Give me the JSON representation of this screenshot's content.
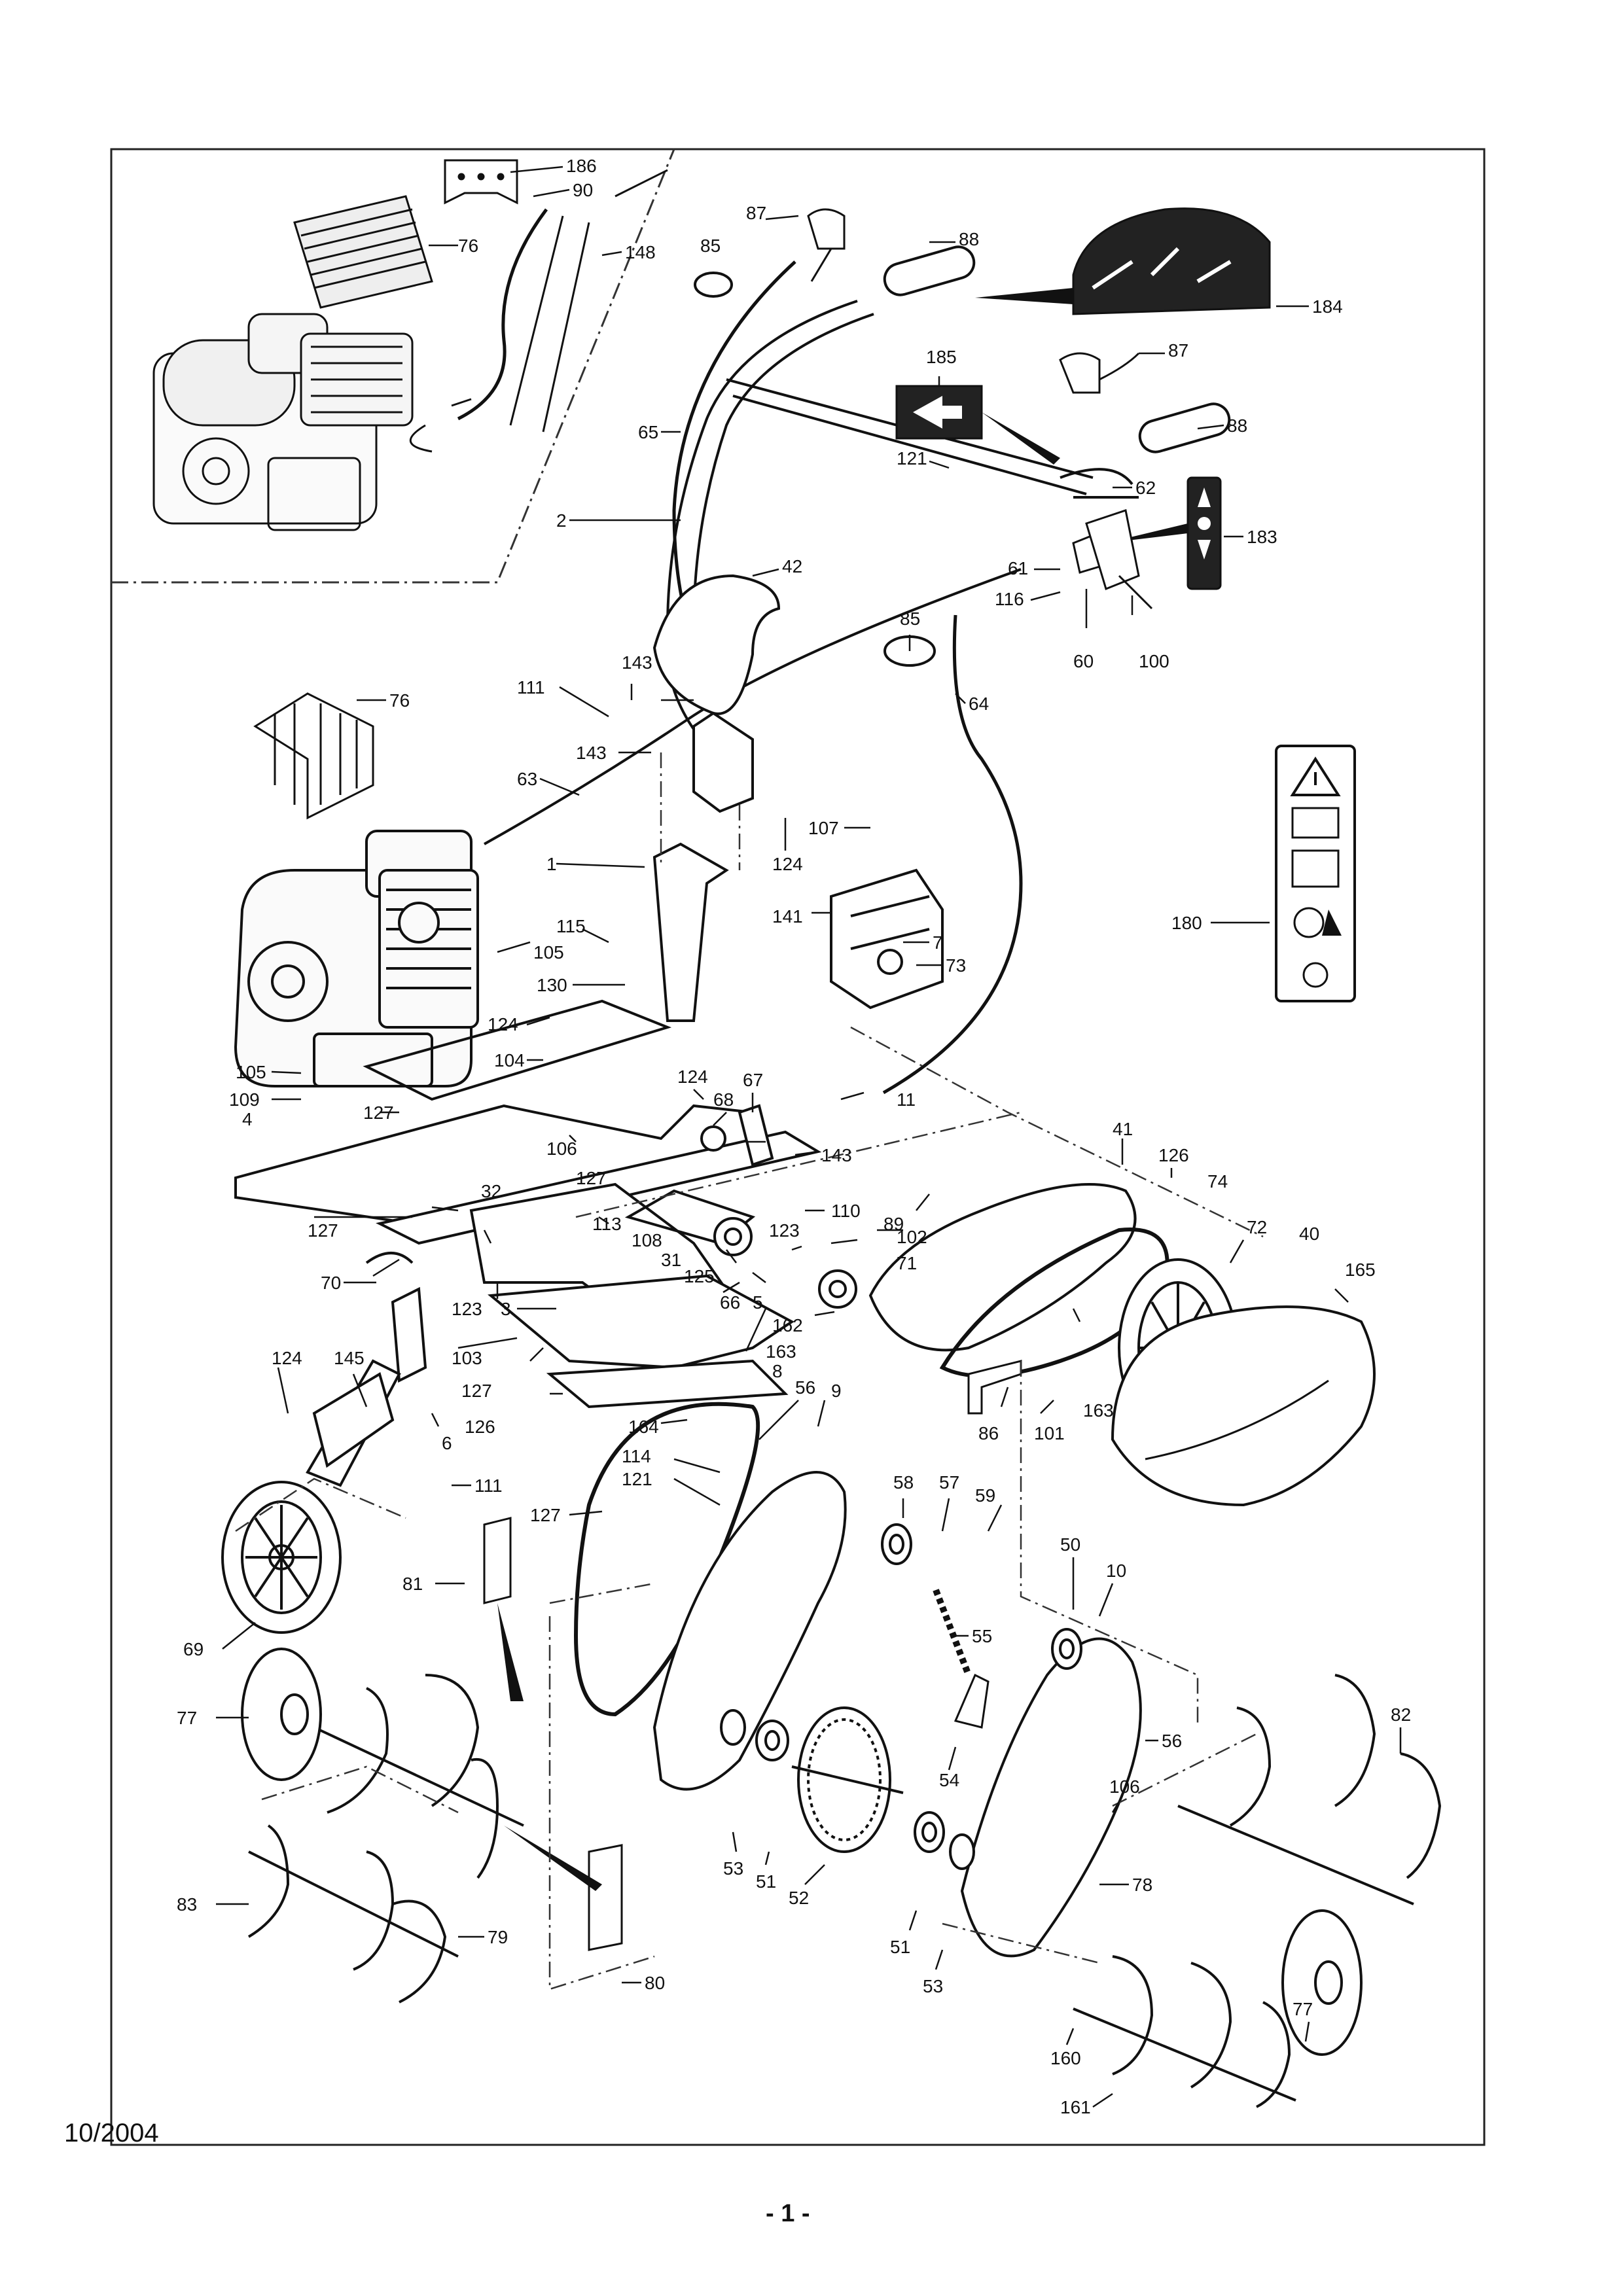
{
  "document": {
    "date": "10/2004",
    "page_number": "- 1 -"
  },
  "callouts": [
    {
      "id": "c-186",
      "label": "186"
    },
    {
      "id": "c-90",
      "label": "90"
    },
    {
      "id": "c-76a",
      "label": "76"
    },
    {
      "id": "c-148",
      "label": "148"
    },
    {
      "id": "c-85a",
      "label": "85"
    },
    {
      "id": "c-87a",
      "label": "87"
    },
    {
      "id": "c-88a",
      "label": "88"
    },
    {
      "id": "c-184",
      "label": "184"
    },
    {
      "id": "c-185",
      "label": "185"
    },
    {
      "id": "c-87b",
      "label": "87"
    },
    {
      "id": "c-88b",
      "label": "88"
    },
    {
      "id": "c-65",
      "label": "65"
    },
    {
      "id": "c-121a",
      "label": "121"
    },
    {
      "id": "c-62",
      "label": "62"
    },
    {
      "id": "c-2",
      "label": "2"
    },
    {
      "id": "c-183",
      "label": "183"
    },
    {
      "id": "c-42",
      "label": "42"
    },
    {
      "id": "c-61",
      "label": "61"
    },
    {
      "id": "c-116",
      "label": "116"
    },
    {
      "id": "c-85b",
      "label": "85"
    },
    {
      "id": "c-60",
      "label": "60"
    },
    {
      "id": "c-100",
      "label": "100"
    },
    {
      "id": "c-143a",
      "label": "143"
    },
    {
      "id": "c-111a",
      "label": "111"
    },
    {
      "id": "c-76b",
      "label": "76"
    },
    {
      "id": "c-64",
      "label": "64"
    },
    {
      "id": "c-143b",
      "label": "143"
    },
    {
      "id": "c-63",
      "label": "63"
    },
    {
      "id": "c-124a",
      "label": "124"
    },
    {
      "id": "c-107",
      "label": "107"
    },
    {
      "id": "c-1",
      "label": "1"
    },
    {
      "id": "c-141",
      "label": "141"
    },
    {
      "id": "c-180",
      "label": "180"
    },
    {
      "id": "c-115",
      "label": "115"
    },
    {
      "id": "c-7",
      "label": "7"
    },
    {
      "id": "c-105a",
      "label": "105"
    },
    {
      "id": "c-73",
      "label": "73"
    },
    {
      "id": "c-130",
      "label": "130"
    },
    {
      "id": "c-124b",
      "label": "124"
    },
    {
      "id": "c-104",
      "label": "104"
    },
    {
      "id": "c-105b",
      "label": "105"
    },
    {
      "id": "c-124c",
      "label": "124"
    },
    {
      "id": "c-67",
      "label": "67"
    },
    {
      "id": "c-109",
      "label": "109"
    },
    {
      "id": "c-127a",
      "label": "127"
    },
    {
      "id": "c-68",
      "label": "68"
    },
    {
      "id": "c-11",
      "label": "11"
    },
    {
      "id": "c-4",
      "label": "4"
    },
    {
      "id": "c-41",
      "label": "41"
    },
    {
      "id": "c-126a",
      "label": "126"
    },
    {
      "id": "c-106a",
      "label": "106"
    },
    {
      "id": "c-127b",
      "label": "127"
    },
    {
      "id": "c-143c",
      "label": "143"
    },
    {
      "id": "c-74",
      "label": "74"
    },
    {
      "id": "c-32",
      "label": "32"
    },
    {
      "id": "c-110",
      "label": "110"
    },
    {
      "id": "c-113",
      "label": "113"
    },
    {
      "id": "c-108",
      "label": "108"
    },
    {
      "id": "c-89",
      "label": "89"
    },
    {
      "id": "c-72",
      "label": "72"
    },
    {
      "id": "c-127c",
      "label": "127"
    },
    {
      "id": "c-123a",
      "label": "123"
    },
    {
      "id": "c-40",
      "label": "40"
    },
    {
      "id": "c-31",
      "label": "31"
    },
    {
      "id": "c-102",
      "label": "102"
    },
    {
      "id": "c-125",
      "label": "125"
    },
    {
      "id": "c-71",
      "label": "71"
    },
    {
      "id": "c-165",
      "label": "165"
    },
    {
      "id": "c-66",
      "label": "66"
    },
    {
      "id": "c-70",
      "label": "70"
    },
    {
      "id": "c-123b",
      "label": "123"
    },
    {
      "id": "c-5",
      "label": "5"
    },
    {
      "id": "c-162",
      "label": "162"
    },
    {
      "id": "c-3",
      "label": "3"
    },
    {
      "id": "c-163a",
      "label": "163"
    },
    {
      "id": "c-124d",
      "label": "124"
    },
    {
      "id": "c-145",
      "label": "145"
    },
    {
      "id": "c-103",
      "label": "103"
    },
    {
      "id": "c-163b",
      "label": "163"
    },
    {
      "id": "c-127d",
      "label": "127"
    },
    {
      "id": "c-86",
      "label": "86"
    },
    {
      "id": "c-101",
      "label": "101"
    },
    {
      "id": "c-8",
      "label": "8"
    },
    {
      "id": "c-56a",
      "label": "56"
    },
    {
      "id": "c-126b",
      "label": "126"
    },
    {
      "id": "c-164",
      "label": "164"
    },
    {
      "id": "c-9",
      "label": "9"
    },
    {
      "id": "c-6",
      "label": "6"
    },
    {
      "id": "c-114",
      "label": "114"
    },
    {
      "id": "c-58",
      "label": "58"
    },
    {
      "id": "c-111b",
      "label": "111"
    },
    {
      "id": "c-121b",
      "label": "121"
    },
    {
      "id": "c-57",
      "label": "57"
    },
    {
      "id": "c-59",
      "label": "59"
    },
    {
      "id": "c-127e",
      "label": "127"
    },
    {
      "id": "c-50",
      "label": "50"
    },
    {
      "id": "c-81",
      "label": "81"
    },
    {
      "id": "c-10",
      "label": "10"
    },
    {
      "id": "c-69",
      "label": "69"
    },
    {
      "id": "c-55",
      "label": "55"
    },
    {
      "id": "c-77a",
      "label": "77"
    },
    {
      "id": "c-82",
      "label": "82"
    },
    {
      "id": "c-56b",
      "label": "56"
    },
    {
      "id": "c-54",
      "label": "54"
    },
    {
      "id": "c-106b",
      "label": "106"
    },
    {
      "id": "c-78",
      "label": "78"
    },
    {
      "id": "c-83",
      "label": "83"
    },
    {
      "id": "c-53a",
      "label": "53"
    },
    {
      "id": "c-51a",
      "label": "51"
    },
    {
      "id": "c-52",
      "label": "52"
    },
    {
      "id": "c-79",
      "label": "79"
    },
    {
      "id": "c-51b",
      "label": "51"
    },
    {
      "id": "c-53b",
      "label": "53"
    },
    {
      "id": "c-80",
      "label": "80"
    },
    {
      "id": "c-77b",
      "label": "77"
    },
    {
      "id": "c-160",
      "label": "160"
    },
    {
      "id": "c-161",
      "label": "161"
    }
  ]
}
